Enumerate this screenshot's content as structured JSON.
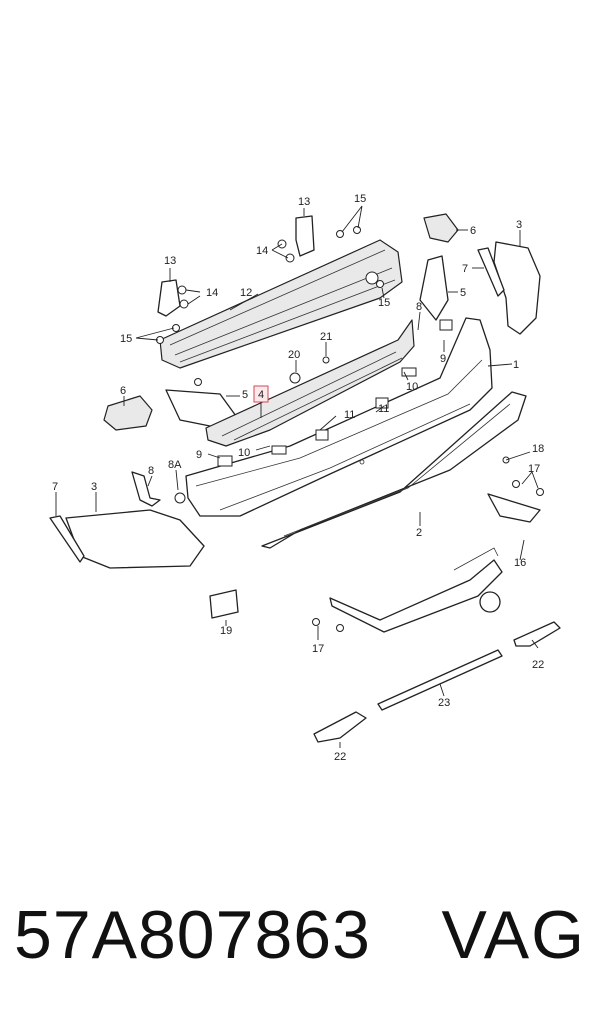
{
  "diagram": {
    "callouts": [
      "1",
      "2",
      "3",
      "3",
      "4",
      "5",
      "5",
      "6",
      "6",
      "7",
      "7",
      "8",
      "8",
      "8A",
      "9",
      "9",
      "10",
      "10",
      "11",
      "11",
      "12",
      "13",
      "13",
      "14",
      "14",
      "15",
      "15",
      "15",
      "16",
      "17",
      "17",
      "18",
      "19",
      "20",
      "21",
      "22",
      "22",
      "23"
    ],
    "highlighted_callout": "4"
  },
  "footer": {
    "part_number": "57A807863",
    "brand": "VAG"
  }
}
